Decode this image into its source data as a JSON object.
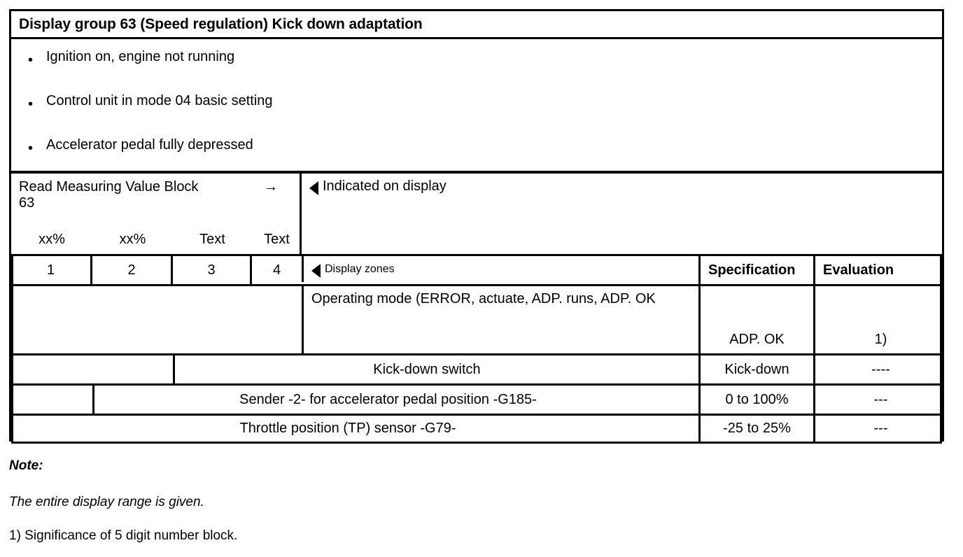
{
  "title": "Display group 63 (Speed regulation) Kick down adaptation",
  "preconditions": [
    {
      "bullet": "•",
      "label": "Ignition on, engine not running"
    },
    {
      "bullet": "•",
      "label": "Control unit in mode 04 basic setting"
    },
    {
      "bullet": "•",
      "label": "Accelerator pedal fully depressed"
    }
  ],
  "read_block": {
    "label": "Read Measuring Value Block",
    "arrow": "→",
    "group_number": "63",
    "field_types": [
      "xx%",
      "xx%",
      "Text",
      "Text"
    ]
  },
  "indicated_on_display": {
    "label": "Indicated on display",
    "marker_icon": "left-triangle-icon"
  },
  "display_zones": {
    "label": "Display zones",
    "marker_icon": "left-triangle-icon",
    "zone_numbers": [
      "1",
      "2",
      "3",
      "4"
    ]
  },
  "columns": {
    "specification": "Specification",
    "evaluation": "Evaluation"
  },
  "rows": [
    {
      "zone": "4",
      "description": "Operating mode (ERROR, actuate, ADP. runs, ADP. OK",
      "specification": "ADP. OK",
      "evaluation": "1)"
    },
    {
      "zone": "3",
      "description": "Kick-down switch",
      "specification": "Kick-down",
      "evaluation": "----"
    },
    {
      "zone": "2",
      "description": "Sender -2- for accelerator pedal position -G185-",
      "specification": "0 to 100%",
      "evaluation": "---"
    },
    {
      "zone": "1",
      "description": "Throttle position (TP) sensor -G79-",
      "specification": "-25 to 25%",
      "evaluation": "---"
    }
  ],
  "notes": {
    "heading": "Note:",
    "body": "The entire display range is given.",
    "footnote": "1) Significance of 5 digit number block."
  }
}
